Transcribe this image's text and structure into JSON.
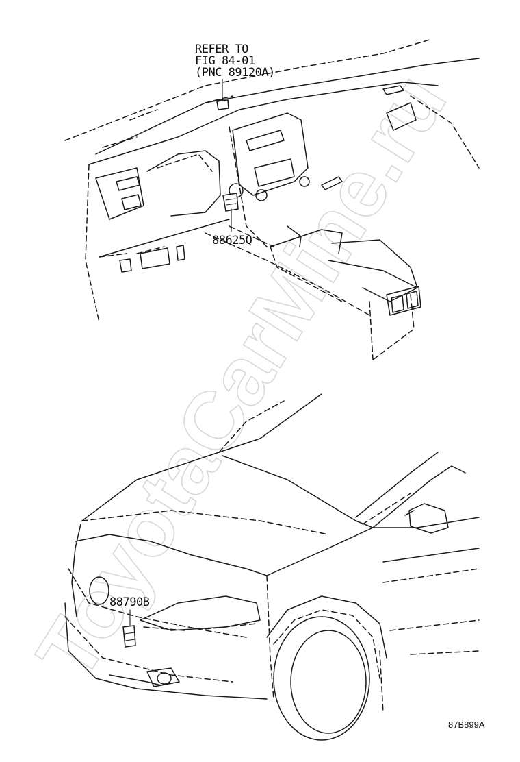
{
  "callouts": {
    "refer_line1": "REFER TO",
    "refer_line2": "FIG 84-01",
    "refer_line3": "(PNC 89120A)",
    "part_console": "88625Q",
    "part_bumper": "88790B"
  },
  "drawing_code": "87B899A",
  "watermark": "ToyotaCarMine.ru"
}
